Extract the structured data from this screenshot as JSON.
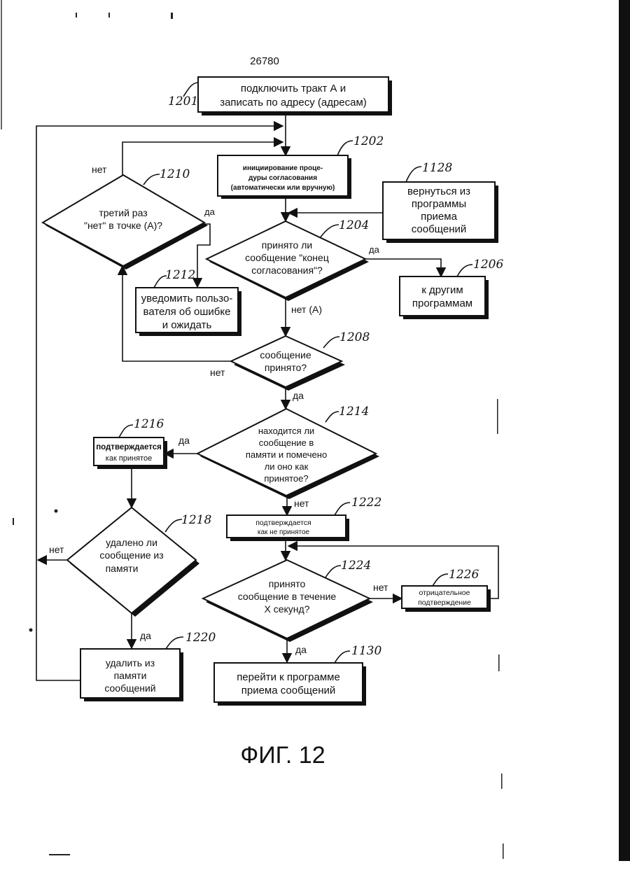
{
  "page_number": "26780",
  "figure_caption": "ФИГ. 12",
  "nodes": {
    "n1201": {
      "ref": "1201",
      "lines": [
        "подключить тракт А и",
        "записать по адресу (адресам)"
      ]
    },
    "n1202": {
      "ref": "1202",
      "lines": [
        "инициирование проце-",
        "дуры согласования",
        "(автоматически или вручную)"
      ]
    },
    "n1128": {
      "ref": "1128",
      "lines": [
        "вернуться из",
        "программы",
        "приема",
        "сообщений"
      ]
    },
    "n1210": {
      "ref": "1210",
      "lines": [
        "третий раз",
        "\"нет\" в точке (А)?"
      ]
    },
    "n1204": {
      "ref": "1204",
      "lines": [
        "принято ли",
        "сообщение \"конец",
        "согласования\"?"
      ]
    },
    "n1206": {
      "ref": "1206",
      "lines": [
        "к другим",
        "программам"
      ]
    },
    "n1212": {
      "ref": "1212",
      "lines": [
        "уведомить пользо-",
        "вателя об ошибке",
        "и ожидать"
      ]
    },
    "n1208": {
      "ref": "1208",
      "lines": [
        "сообщение",
        "принято?"
      ]
    },
    "n1214": {
      "ref": "1214",
      "lines": [
        "находится ли",
        "сообщение в",
        "памяти и помечено",
        "ли оно как",
        "принятое?"
      ]
    },
    "n1216": {
      "ref": "1216",
      "lines": [
        "подтверждается",
        "как  принятое"
      ]
    },
    "n1222": {
      "ref": "1222",
      "lines": [
        "подтверждается",
        "как не принятое"
      ]
    },
    "n1218": {
      "ref": "1218",
      "lines": [
        "удалено ли",
        "сообщение из",
        "памяти"
      ]
    },
    "n1224": {
      "ref": "1224",
      "lines": [
        "принято",
        "сообщение в течение",
        "X секунд?"
      ]
    },
    "n1226": {
      "ref": "1226",
      "lines": [
        "отрицательное",
        "подтверждение"
      ]
    },
    "n1220": {
      "ref": "1220",
      "lines": [
        "удалить из",
        "памяти",
        "сообщений"
      ]
    },
    "n1130": {
      "ref": "1130",
      "lines": [
        "перейти к программе",
        "приема сообщений"
      ]
    }
  },
  "edge_labels": {
    "e1210_no": "нет",
    "e1210_yes": "да",
    "e1204_yes": "да",
    "e1204_no": "нет (А)",
    "e1208_no": "нет",
    "e1208_yes": "да",
    "e1214_yes": "да",
    "e1214_no": "нет",
    "e1218_no": "нет",
    "e1218_yes": "да",
    "e1224_no": "нет",
    "e1224_yes": "да"
  }
}
